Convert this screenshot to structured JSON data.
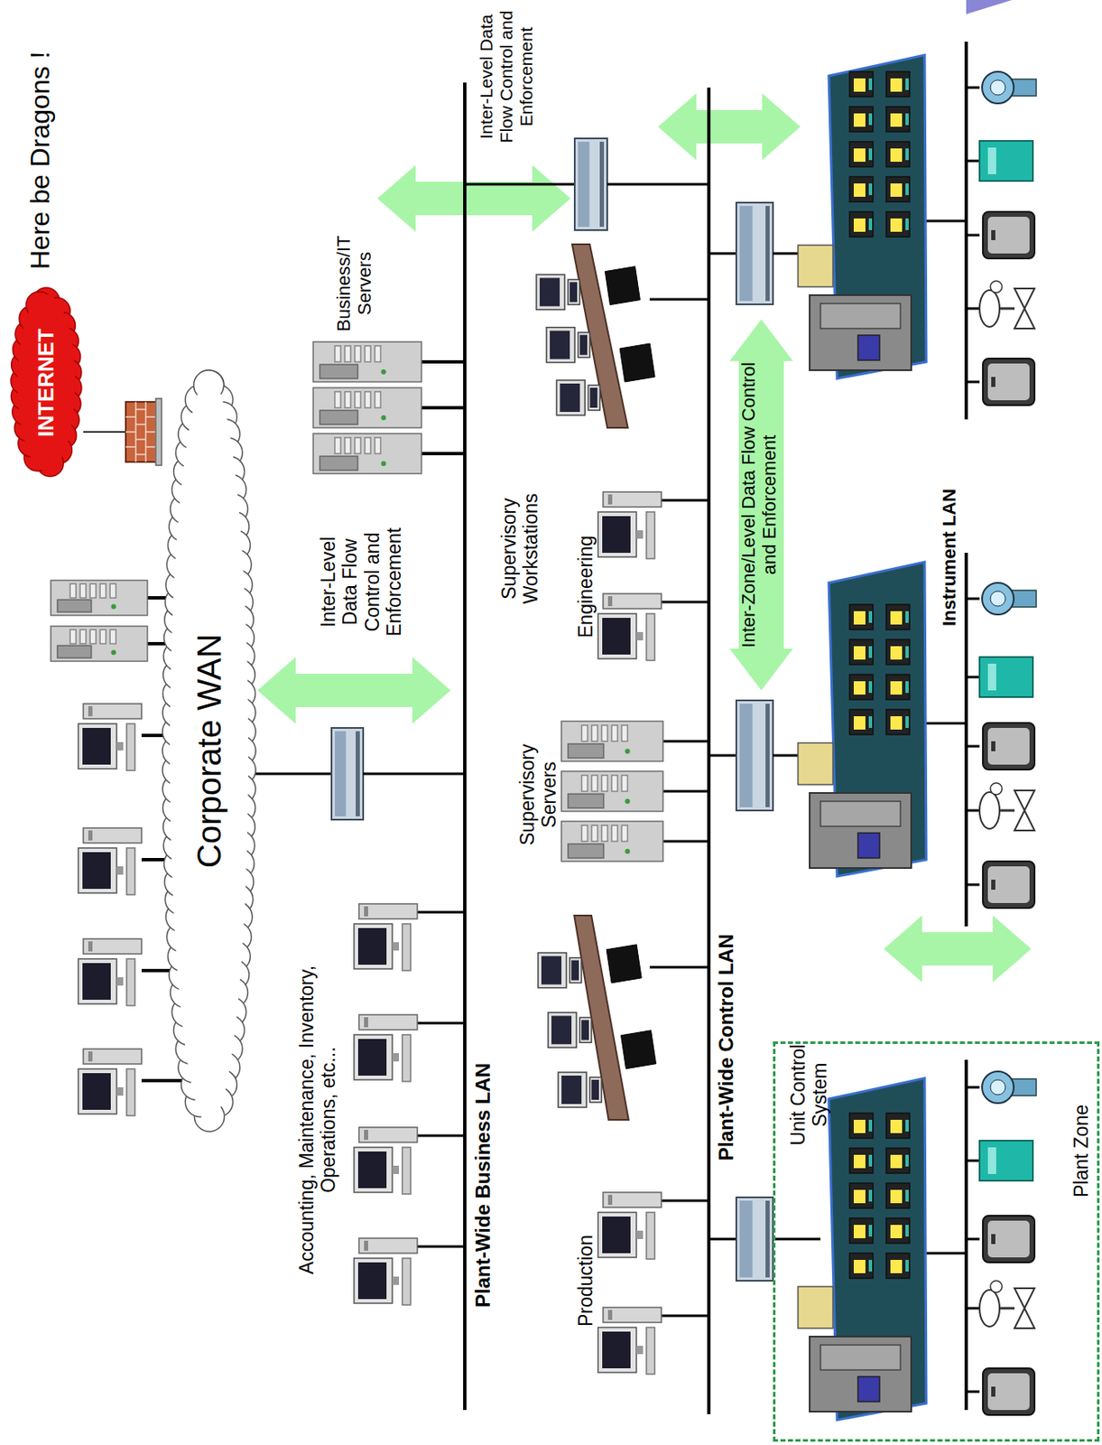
{
  "diagram": {
    "nodes": [
      {
        "text": [
          "INTERNET"
        ]
      },
      {
        "text": [
          "Corporate WAN"
        ]
      },
      {
        "text": [
          "Unit Control System",
          "Plant Zone"
        ]
      }
    ],
    "edges": [
      {
        "from": 0,
        "to": 1,
        "arrow": "none"
      }
    ],
    "labels": [
      "Here be Dragons !",
      "Inter-Level Data Flow Control and Enforcement",
      "Business/IT Servers",
      "Inter-Level Data Flow Control and Enforcement",
      "Accounting, Maintenance, Inventory, Operations, etc...",
      "Plant-Wide Business LAN",
      "Supervisory Workstations",
      "Engineering",
      "Supervisory Servers",
      "Production",
      "Plant-Wide Control LAN",
      "Inter-Zone/Level Data Flow Control and Enforcement",
      "Instrument LAN"
    ]
  }
}
